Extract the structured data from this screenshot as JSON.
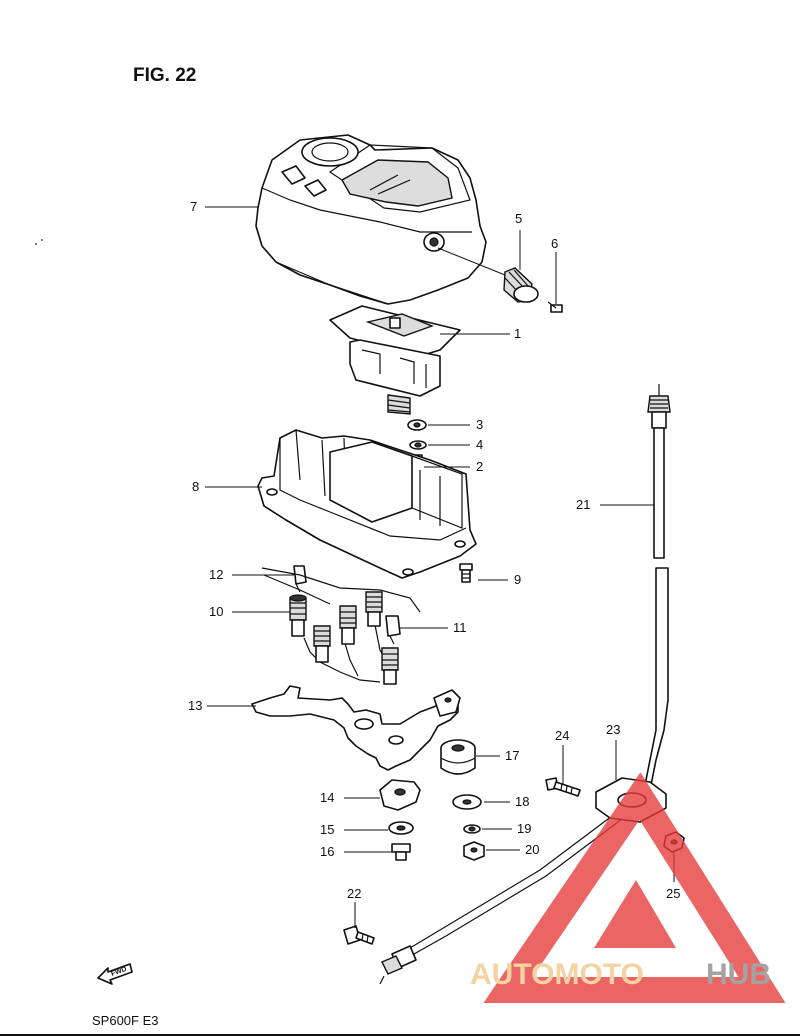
{
  "figure": {
    "title": "FIG. 22"
  },
  "model_code": "SP600F  E3",
  "fwd_label": "FWD",
  "watermark": {
    "text_auto": "AUTOMOTO",
    "text_hub": "HUB",
    "colors": {
      "auto": "#f2c78a",
      "hub": "#8a8a8a",
      "triangle": "#e63b3b"
    }
  },
  "callouts": [
    "1",
    "2",
    "3",
    "4",
    "5",
    "6",
    "7",
    "8",
    "9",
    "10",
    "11",
    "12",
    "13",
    "14",
    "15",
    "16",
    "17",
    "18",
    "19",
    "20",
    "21",
    "22",
    "23",
    "24",
    "25"
  ]
}
